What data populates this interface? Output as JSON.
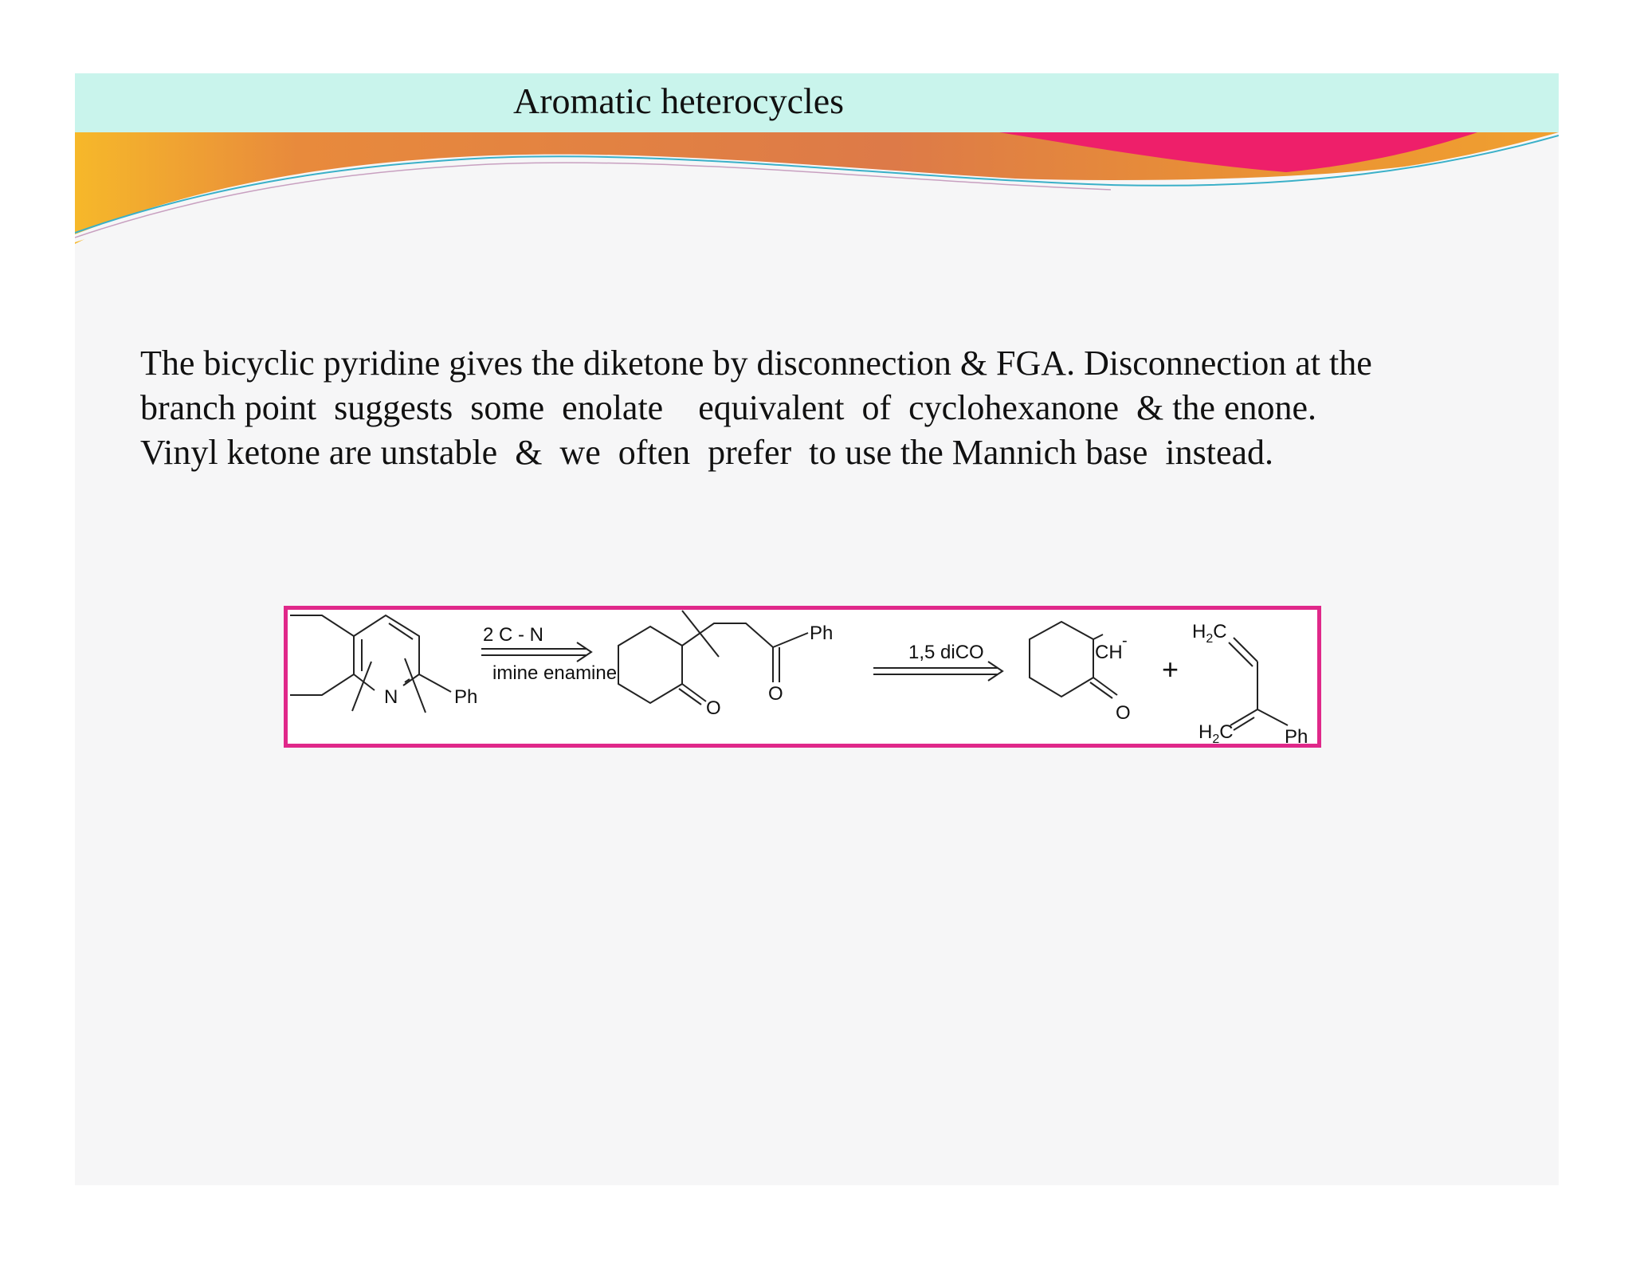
{
  "slide": {
    "title": "Aromatic heterocycles",
    "body_lines": [
      "The bicyclic pyridine gives the diketone by disconnection & FGA. Disconnection at the",
      "branch point  suggests  some  enolate    equivalent  of  cyclohexanone  & the enone.",
      "Vinyl ketone are unstable  &  we  often  prefer  to use the Mannich base  instead."
    ]
  },
  "scheme": {
    "pyridine": {
      "nitrogen": "N",
      "substituent": "Ph"
    },
    "arrow1": {
      "top_label": "2 C  - N",
      "bottom_label": "imine enamine"
    },
    "diketone": {
      "ring_oxygen": "O",
      "chain_oxygen": "O",
      "substituent": "Ph"
    },
    "arrow2": {
      "label": "1,5 diCO"
    },
    "enolate": {
      "carbanion": "CH",
      "charge": "-",
      "oxygen": "O"
    },
    "plus": "+",
    "enone": {
      "top_group": "H",
      "top_group_sub": "2",
      "top_group_end": "C",
      "bottom_group": "H",
      "bottom_group_sub": "2",
      "bottom_group_end": "C",
      "substituent": "Ph"
    }
  },
  "colors": {
    "title_bar": "#c9f4ec",
    "scheme_border": "#e0288a",
    "slide_bg": "#f6f6f7"
  }
}
